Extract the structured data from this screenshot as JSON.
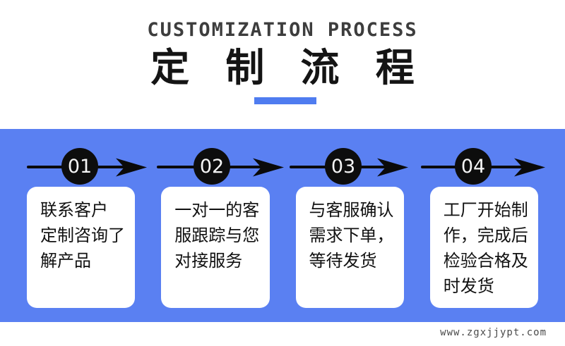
{
  "header": {
    "title_en": "CUSTOMIZATION PROCESS",
    "title_zh": "定 制 流 程"
  },
  "colors": {
    "band_blue": "#5a80f2",
    "accent_blue": "#4f7cf0",
    "step_black": "#0d0d0d",
    "card_white": "#ffffff"
  },
  "steps": [
    {
      "number": "01",
      "lines": [
        "联系客户",
        "定制咨询了",
        "解产品"
      ]
    },
    {
      "number": "02",
      "lines": [
        "一对一的客",
        "服跟踪与您",
        "对接服务"
      ]
    },
    {
      "number": "03",
      "lines": [
        "与客服确认",
        "需求下单，",
        "等待发货"
      ]
    },
    {
      "number": "04",
      "lines": [
        "工厂开始制",
        "作，完成后",
        "检验合格及",
        "时发货"
      ]
    }
  ],
  "footer": {
    "watermark": "www.zgxjjypt.com"
  }
}
